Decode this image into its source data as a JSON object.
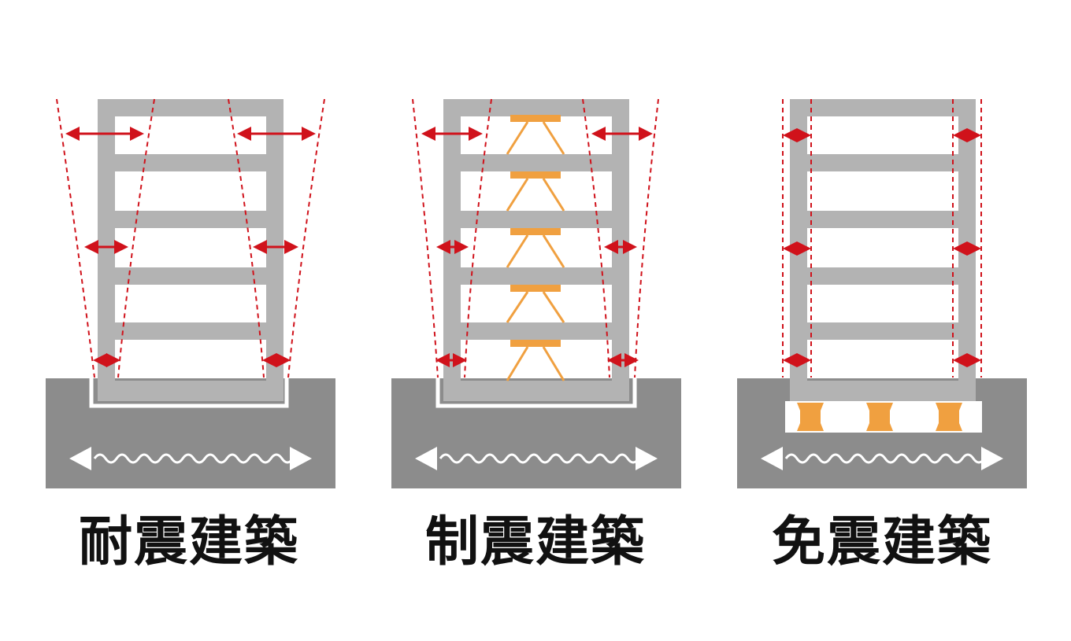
{
  "panels": [
    {
      "label": "耐震建築",
      "type": "earthquake-resistant"
    },
    {
      "label": "制震建築",
      "type": "vibration-control"
    },
    {
      "label": "免震建築",
      "type": "seismic-isolation"
    }
  ],
  "colors": {
    "frame": "#b3b3b3",
    "ground": "#8c8c8c",
    "arrow": "#d0121b",
    "damper": "#f0a040",
    "wave": "#ffffff",
    "text": "#111111"
  }
}
